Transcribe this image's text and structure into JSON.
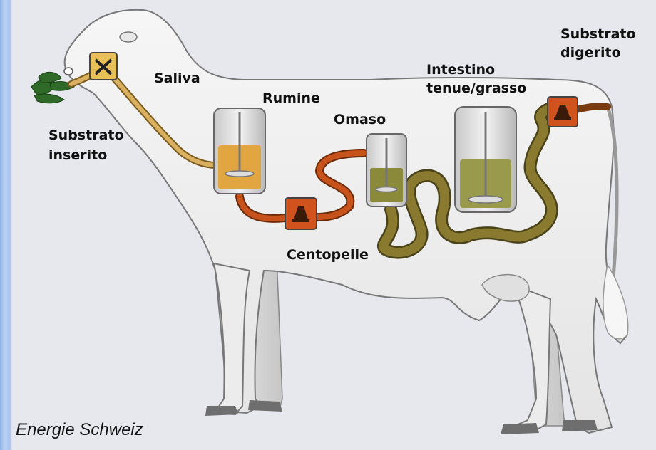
{
  "labels": {
    "saliva": "Saliva",
    "rumine": "Rumine",
    "omaso": "Omaso",
    "centopelle": "Centopelle",
    "intestino_1": "Intestino",
    "intestino_2": "tenue/grasso",
    "digerito_1": "Substrato",
    "digerito_2": "digerito",
    "inserito_1": "Substrato",
    "inserito_2": "inserito"
  },
  "credit": "Energie Schweiz",
  "colors": {
    "saliva_tube": "#d8b060",
    "rumine_tube": "#c8521c",
    "intestine_tube": "#8a7a30",
    "tank_fill_rumine": "#e2a640",
    "tank_fill_omaso": "#8a8a3a",
    "tank_fill_intestino": "#9a9a4c",
    "pump_orange": "#d0521c",
    "valve_yellow": "#e8c058"
  }
}
